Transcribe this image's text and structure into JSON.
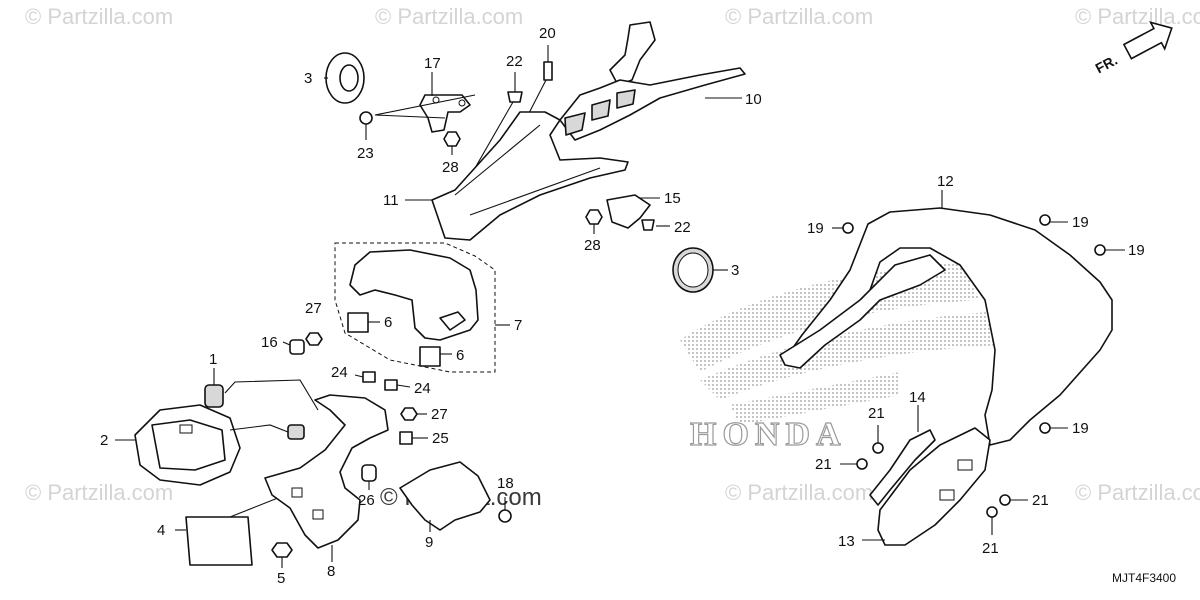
{
  "watermarks": {
    "text": "© Partzilla.com",
    "center_text": "© Partzilla.com"
  },
  "diagram_code": "MJT4F3400",
  "direction_label": "FR.",
  "background_logo_text": "HONDA",
  "callouts": {
    "c1": "1",
    "c2": "2",
    "c3a": "3",
    "c3b": "3",
    "c4": "4",
    "c5": "5",
    "c6a": "6",
    "c6b": "6",
    "c7": "7",
    "c8": "8",
    "c9": "9",
    "c10": "10",
    "c11": "11",
    "c12": "12",
    "c13": "13",
    "c14": "14",
    "c15": "15",
    "c16": "16",
    "c17": "17",
    "c18": "18",
    "c19a": "19",
    "c19b": "19",
    "c19c": "19",
    "c19d": "19",
    "c20": "20",
    "c21a": "21",
    "c21b": "21",
    "c21c": "21",
    "c21d": "21",
    "c22a": "22",
    "c22b": "22",
    "c23": "23",
    "c24a": "24",
    "c24b": "24",
    "c25": "25",
    "c26": "26",
    "c27a": "27",
    "c27b": "27",
    "c28a": "28",
    "c28b": "28"
  },
  "colors": {
    "line": "#111111",
    "watermark": "#d4d4d4",
    "logo_dots": "#9a9a9a"
  }
}
